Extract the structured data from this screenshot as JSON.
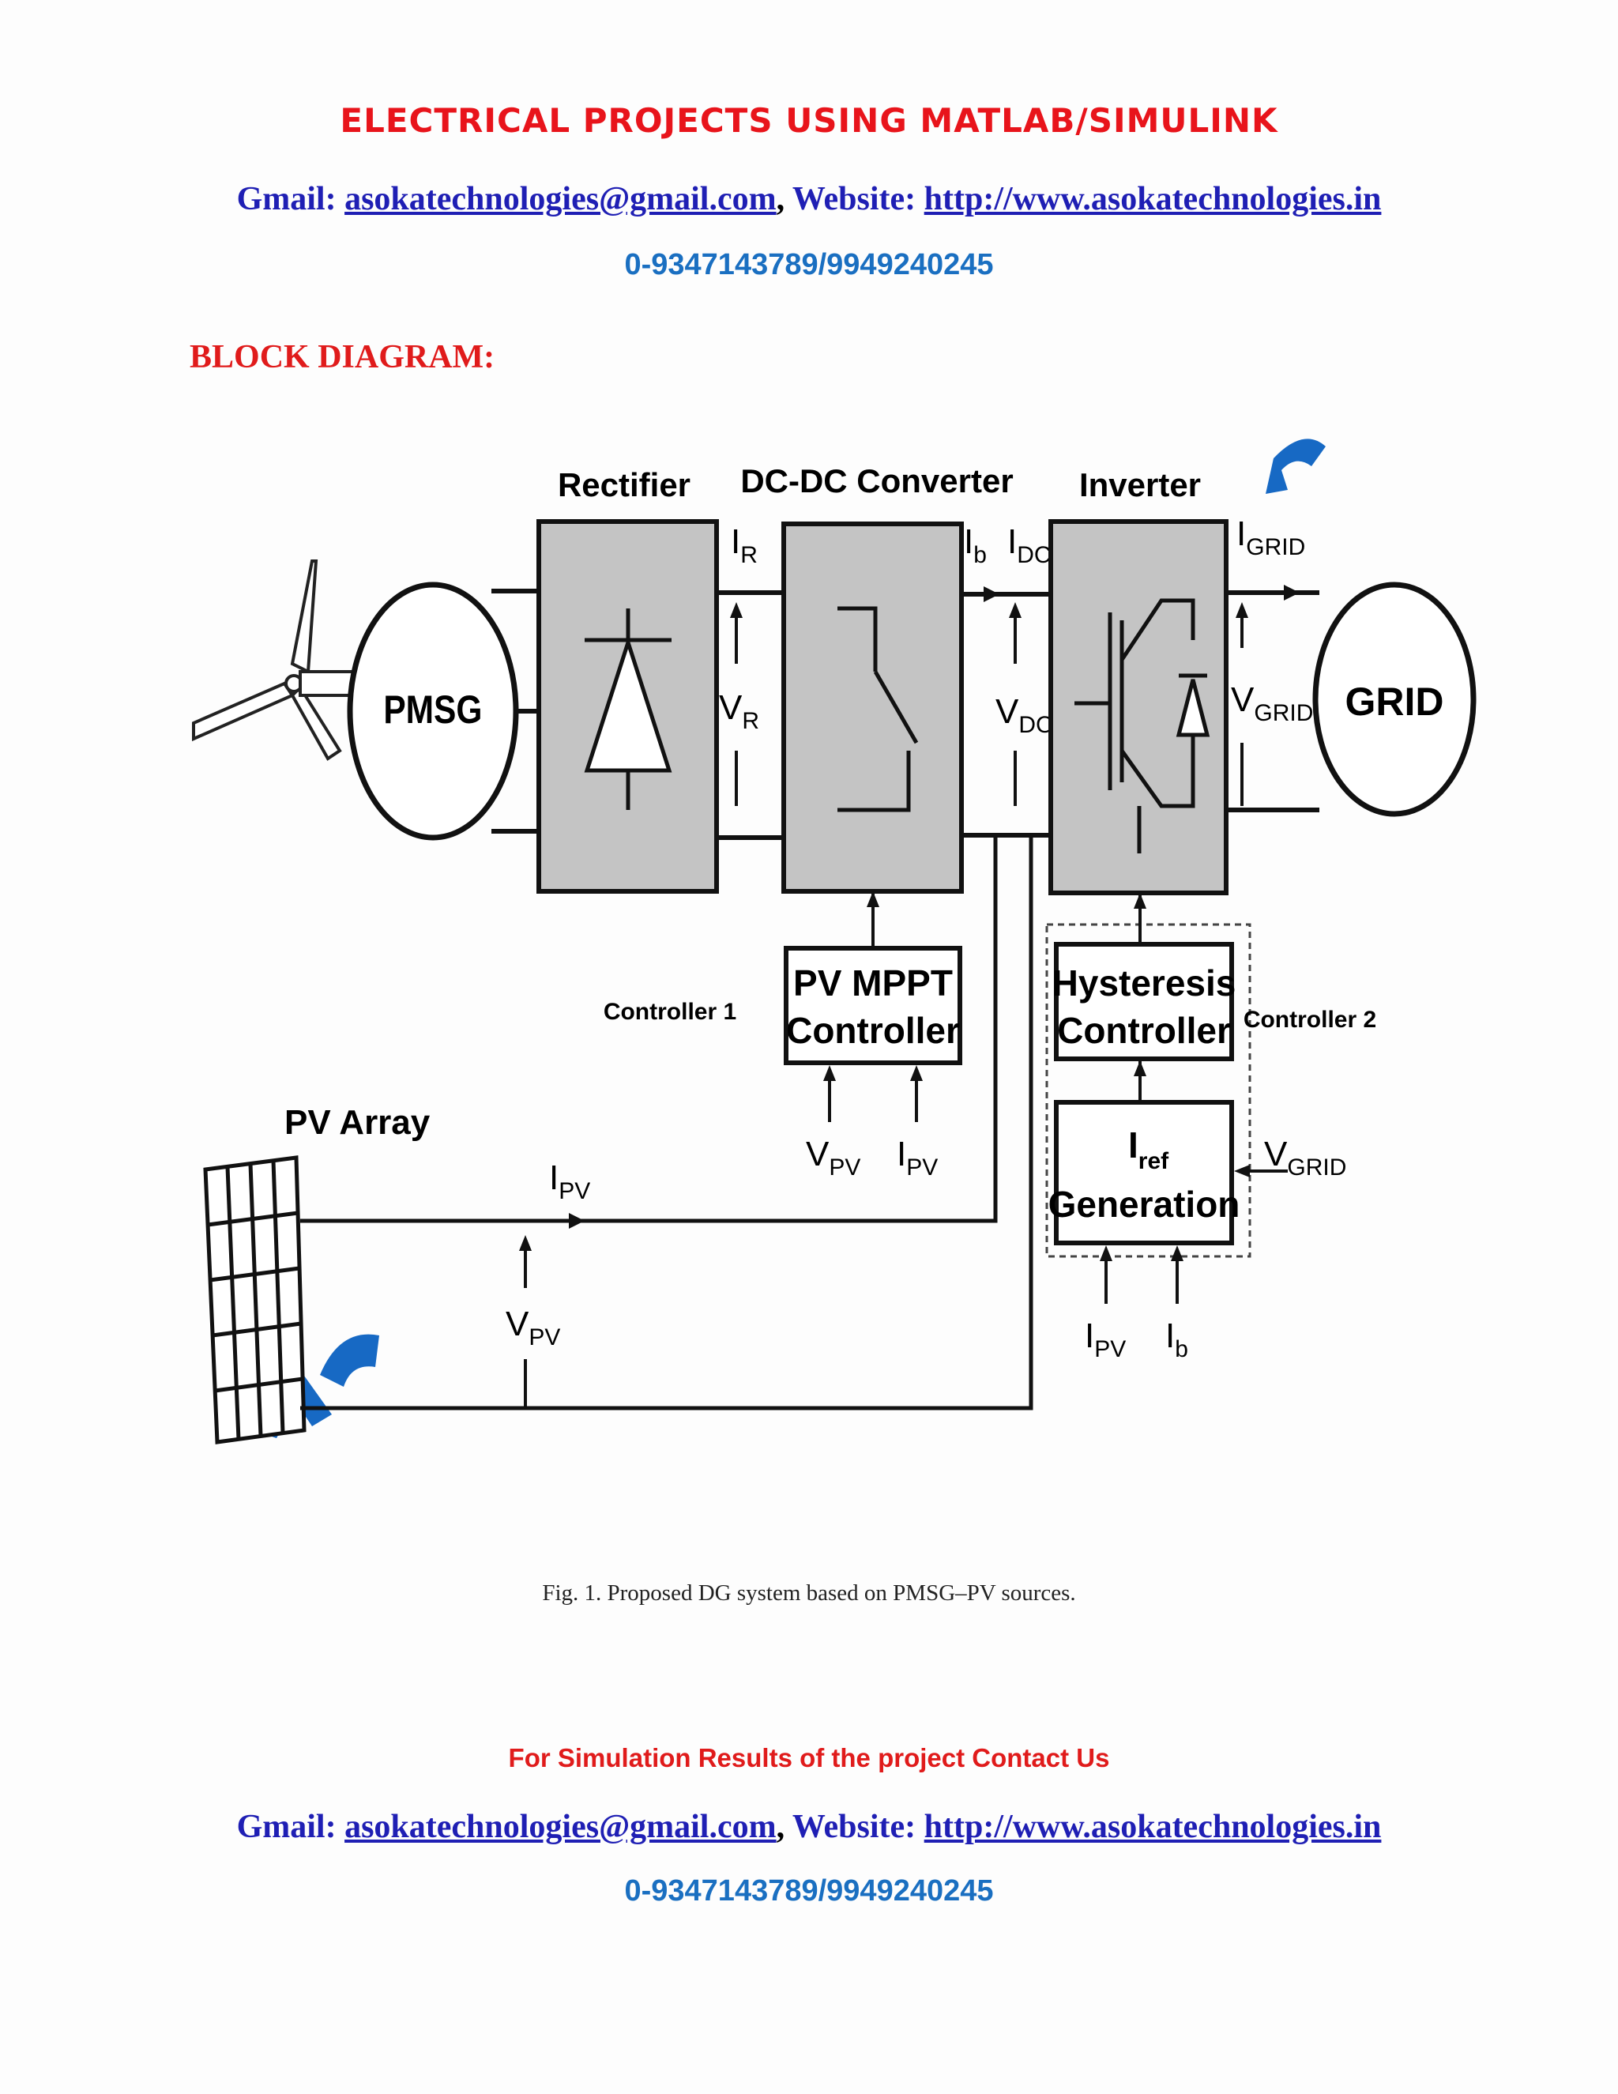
{
  "header": {
    "title": "ELECTRICAL PROJECTS USING MATLAB/SIMULINK",
    "gmail_label": "Gmail:",
    "email": "asokatechnologies@gmail.com",
    "website_label": "Website:",
    "website": "http://www.asokatechnologies.in",
    "phone": "0-9347143789/9949240245"
  },
  "section_heading": "BLOCK DIAGRAM:",
  "diagram": {
    "rectifier": "Rectifier",
    "dcdc": "DC-DC Converter",
    "inverter": "Inverter",
    "pmsg": "PMSG",
    "grid": "GRID",
    "pv_mppt_line1": "PV MPPT",
    "pv_mppt_line2": "Controller",
    "controller1": "Controller 1",
    "hyst_line1": "Hysteresis",
    "hyst_line2": "Controller",
    "controller2": "Controller 2",
    "iref_line2": "Generation",
    "pv_array": "PV Array"
  },
  "caption": "Fig. 1. Proposed DG system based on PMSG–PV sources.",
  "footer": {
    "cta": "For Simulation Results of the project Contact Us",
    "gmail_label": "Gmail:",
    "email": "asokatechnologies@gmail.com",
    "website_label": "Website:",
    "website": "http://www.asokatechnologies.in",
    "phone": "0-9347143789/9949240245"
  }
}
